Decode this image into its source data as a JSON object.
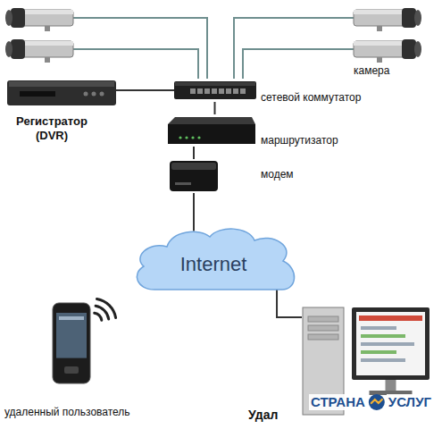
{
  "diagram": {
    "nodes": [
      {
        "text": [
          "Регистратор (DVR)"
        ]
      },
      {
        "text": [
          "сетевой коммутатор"
        ]
      },
      {
        "text": [
          "маршрутизатор"
        ]
      },
      {
        "text": [
          "модем"
        ]
      },
      {
        "text": [
          "Internet"
        ]
      },
      {
        "text": [
          "удаленный пользователь"
        ]
      },
      {
        "text": [
          "Удал"
        ]
      }
    ],
    "edges": [
      {
        "from": 0,
        "to": 1,
        "arrow": "none"
      },
      {
        "from": 1,
        "to": 2,
        "arrow": "none"
      },
      {
        "from": 2,
        "to": 3,
        "arrow": "none"
      },
      {
        "from": 3,
        "to": 4,
        "arrow": "none"
      },
      {
        "from": 4,
        "to": 6,
        "arrow": "none"
      }
    ],
    "labels": [
      "камера",
      "СТРАНА",
      "УСЛУГ"
    ]
  }
}
